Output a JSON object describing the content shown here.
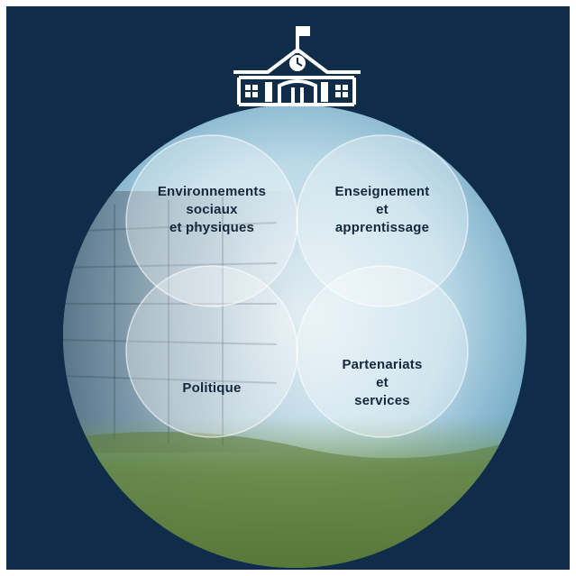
{
  "diagram": {
    "icon": "school-building-icon",
    "colors": {
      "background": "#0f2c49",
      "sphere_light": "#e6f1f6",
      "sphere_mid": "#9fc8dc",
      "sphere_edge": "#6fa6c4",
      "grass": "#5f7f3a",
      "building": "#566878",
      "circle_fill": "#ffffff",
      "label_color": "#13283d",
      "icon_color": "#ffffff"
    },
    "circles": [
      {
        "lines": [
          "Environnements",
          "sociaux",
          "et physiques"
        ]
      },
      {
        "lines": [
          "Enseignement",
          "et",
          "apprentissage"
        ]
      },
      {
        "lines": [
          "Politique"
        ]
      },
      {
        "lines": [
          "Partenariats",
          "et",
          "services"
        ]
      }
    ]
  }
}
